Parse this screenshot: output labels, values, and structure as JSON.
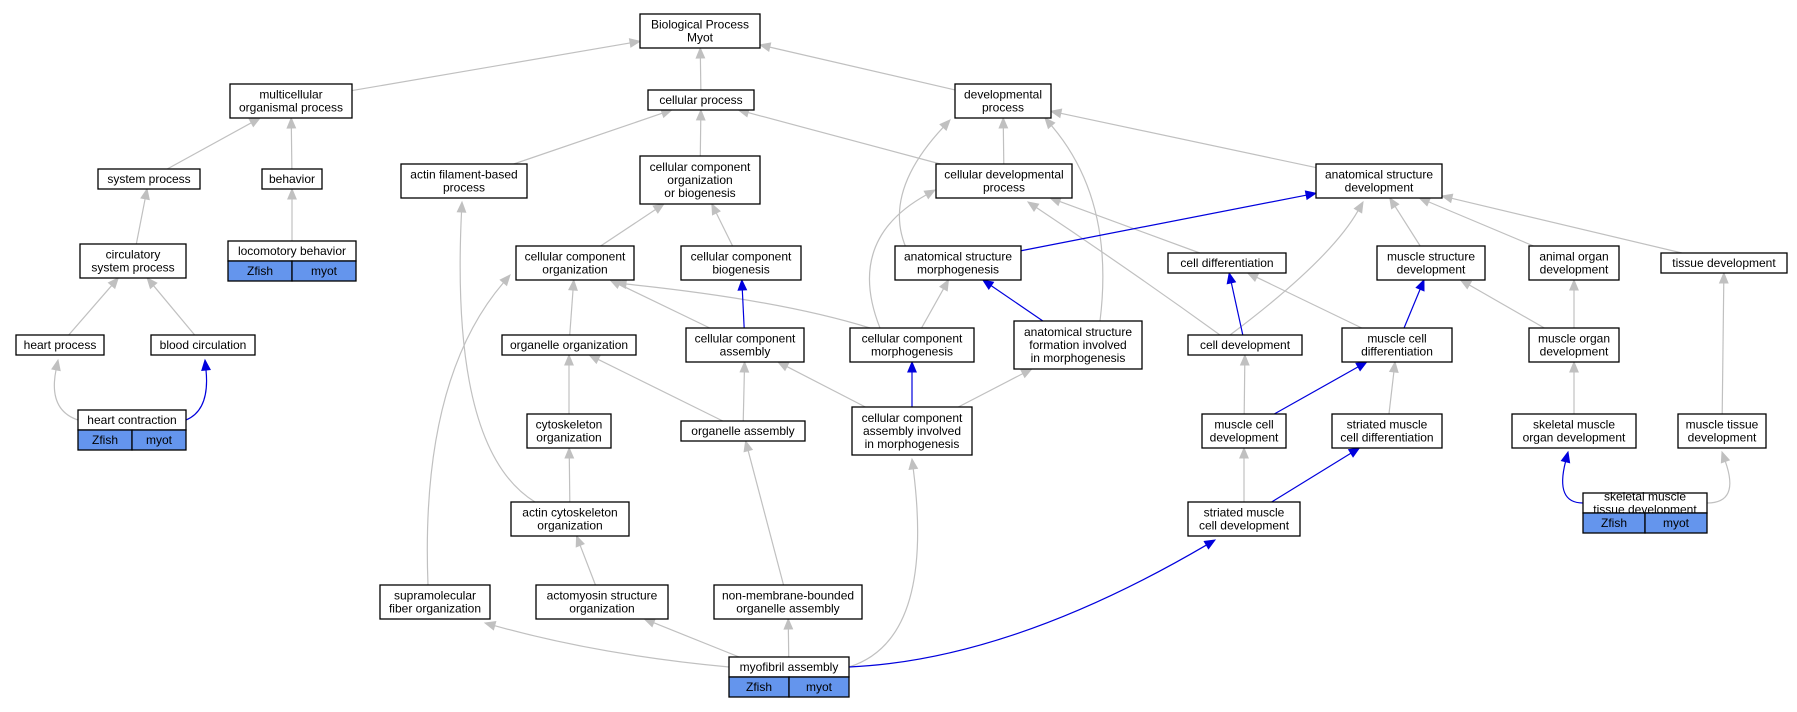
{
  "colors": {
    "edge_grey": "#c0c0c0",
    "edge_blue": "#0000dd",
    "highlight": "#6495ed",
    "border": "#000000"
  },
  "nodes": [
    {
      "id": "bp",
      "lines": [
        "Biological Process",
        "Myot"
      ]
    },
    {
      "id": "mop",
      "lines": [
        "multicellular",
        "organismal process"
      ]
    },
    {
      "id": "cp",
      "lines": [
        "cellular process"
      ]
    },
    {
      "id": "dp",
      "lines": [
        "developmental",
        "process"
      ]
    },
    {
      "id": "sp",
      "lines": [
        "system process"
      ]
    },
    {
      "id": "beh",
      "lines": [
        "behavior"
      ]
    },
    {
      "id": "afbp",
      "lines": [
        "actin filament-based",
        "process"
      ]
    },
    {
      "id": "ccob",
      "lines": [
        "cellular component",
        "organization",
        "or biogenesis"
      ]
    },
    {
      "id": "cdp",
      "lines": [
        "cellular developmental",
        "process"
      ]
    },
    {
      "id": "asd",
      "lines": [
        "anatomical structure",
        "development"
      ]
    },
    {
      "id": "csp",
      "lines": [
        "circulatory",
        "system process"
      ]
    },
    {
      "id": "lb",
      "lines": [
        "locomotory behavior"
      ],
      "tags": [
        "Zfish",
        "myot"
      ]
    },
    {
      "id": "cco",
      "lines": [
        "cellular component",
        "organization"
      ]
    },
    {
      "id": "ccb",
      "lines": [
        "cellular component",
        "biogenesis"
      ]
    },
    {
      "id": "asm",
      "lines": [
        "anatomical structure",
        "morphogenesis"
      ]
    },
    {
      "id": "cdiff",
      "lines": [
        "cell differentiation"
      ]
    },
    {
      "id": "msd",
      "lines": [
        "muscle structure",
        "development"
      ]
    },
    {
      "id": "aod",
      "lines": [
        "animal organ",
        "development"
      ]
    },
    {
      "id": "td",
      "lines": [
        "tissue development"
      ]
    },
    {
      "id": "hp",
      "lines": [
        "heart process"
      ]
    },
    {
      "id": "bc",
      "lines": [
        "blood circulation"
      ]
    },
    {
      "id": "oo",
      "lines": [
        "organelle organization"
      ]
    },
    {
      "id": "cca",
      "lines": [
        "cellular component",
        "assembly"
      ]
    },
    {
      "id": "ccm",
      "lines": [
        "cellular component",
        "morphogenesis"
      ]
    },
    {
      "id": "asf",
      "lines": [
        "anatomical structure",
        "formation involved",
        "in morphogenesis"
      ]
    },
    {
      "id": "cdev",
      "lines": [
        "cell development"
      ]
    },
    {
      "id": "mcd",
      "lines": [
        "muscle cell",
        "differentiation"
      ]
    },
    {
      "id": "mod",
      "lines": [
        "muscle organ",
        "development"
      ]
    },
    {
      "id": "hc",
      "lines": [
        "heart contraction"
      ],
      "tags": [
        "Zfish",
        "myot"
      ]
    },
    {
      "id": "cyo",
      "lines": [
        "cytoskeleton",
        "organization"
      ]
    },
    {
      "id": "oa",
      "lines": [
        "organelle assembly"
      ]
    },
    {
      "id": "ccaim",
      "lines": [
        "cellular component",
        "assembly involved",
        "in morphogenesis"
      ]
    },
    {
      "id": "mcdev",
      "lines": [
        "muscle cell",
        "development"
      ]
    },
    {
      "id": "smcd",
      "lines": [
        "striated muscle",
        "cell differentiation"
      ]
    },
    {
      "id": "smod",
      "lines": [
        "skeletal muscle",
        "organ development"
      ]
    },
    {
      "id": "mtd",
      "lines": [
        "muscle tissue",
        "development"
      ]
    },
    {
      "id": "aco",
      "lines": [
        "actin cytoskeleton",
        "organization"
      ]
    },
    {
      "id": "smcdev",
      "lines": [
        "striated muscle",
        "cell development"
      ]
    },
    {
      "id": "smtd",
      "lines": [
        "skeletal muscle",
        "tissue development"
      ],
      "tags": [
        "Zfish",
        "myot"
      ]
    },
    {
      "id": "sfo",
      "lines": [
        "supramolecular",
        "fiber organization"
      ]
    },
    {
      "id": "aso",
      "lines": [
        "actomyosin structure",
        "organization"
      ]
    },
    {
      "id": "nmbo",
      "lines": [
        "non-membrane-bounded",
        "organelle assembly"
      ]
    },
    {
      "id": "ma",
      "lines": [
        "myofibril assembly"
      ],
      "tags": [
        "Zfish",
        "myot"
      ]
    }
  ],
  "edges": [
    {
      "from": "mop",
      "to": "bp"
    },
    {
      "from": "cp",
      "to": "bp"
    },
    {
      "from": "dp",
      "to": "bp"
    },
    {
      "from": "sp",
      "to": "mop"
    },
    {
      "from": "beh",
      "to": "mop"
    },
    {
      "from": "afbp",
      "to": "cp"
    },
    {
      "from": "ccob",
      "to": "cp"
    },
    {
      "from": "cdp",
      "to": "cp"
    },
    {
      "from": "cdp",
      "to": "dp"
    },
    {
      "from": "asd",
      "to": "dp"
    },
    {
      "from": "asm",
      "to": "dp"
    },
    {
      "from": "asf",
      "to": "dp"
    },
    {
      "from": "csp",
      "to": "sp"
    },
    {
      "from": "lb",
      "to": "beh"
    },
    {
      "from": "cco",
      "to": "ccob"
    },
    {
      "from": "ccb",
      "to": "ccob"
    },
    {
      "from": "cdiff",
      "to": "cdp"
    },
    {
      "from": "cdev",
      "to": "cdp"
    },
    {
      "from": "ccm",
      "to": "cdp"
    },
    {
      "from": "asm",
      "to": "asd",
      "blue": true
    },
    {
      "from": "cdev",
      "to": "asd"
    },
    {
      "from": "msd",
      "to": "asd"
    },
    {
      "from": "aod",
      "to": "asd"
    },
    {
      "from": "td",
      "to": "asd"
    },
    {
      "from": "hp",
      "to": "csp"
    },
    {
      "from": "bc",
      "to": "csp"
    },
    {
      "from": "oo",
      "to": "cco"
    },
    {
      "from": "cca",
      "to": "cco"
    },
    {
      "from": "ccm",
      "to": "cco"
    },
    {
      "from": "sfo",
      "to": "cco"
    },
    {
      "from": "cca",
      "to": "ccb",
      "blue": true
    },
    {
      "from": "ccm",
      "to": "asm"
    },
    {
      "from": "asf",
      "to": "asm",
      "blue": true
    },
    {
      "from": "cdev",
      "to": "cdiff",
      "blue": true
    },
    {
      "from": "mcd",
      "to": "cdiff"
    },
    {
      "from": "mcd",
      "to": "msd",
      "blue": true
    },
    {
      "from": "mod",
      "to": "msd"
    },
    {
      "from": "mod",
      "to": "aod"
    },
    {
      "from": "mtd",
      "to": "td"
    },
    {
      "from": "hc",
      "to": "hp"
    },
    {
      "from": "hc",
      "to": "bc",
      "blue": true
    },
    {
      "from": "cyo",
      "to": "oo"
    },
    {
      "from": "oa",
      "to": "oo"
    },
    {
      "from": "oa",
      "to": "cca"
    },
    {
      "from": "ccaim",
      "to": "cca"
    },
    {
      "from": "ccaim",
      "to": "ccm",
      "blue": true
    },
    {
      "from": "ccaim",
      "to": "asf"
    },
    {
      "from": "mcdev",
      "to": "cdev"
    },
    {
      "from": "mcdev",
      "to": "mcd",
      "blue": true
    },
    {
      "from": "smcd",
      "to": "mcd"
    },
    {
      "from": "smod",
      "to": "mod"
    },
    {
      "from": "aco",
      "to": "cyo"
    },
    {
      "from": "aco",
      "to": "afbp"
    },
    {
      "from": "smcdev",
      "to": "mcdev"
    },
    {
      "from": "smcdev",
      "to": "smcd",
      "blue": true
    },
    {
      "from": "smtd",
      "to": "smod",
      "blue": true
    },
    {
      "from": "smtd",
      "to": "mtd"
    },
    {
      "from": "aso",
      "to": "aco"
    },
    {
      "from": "nmbo",
      "to": "oa"
    },
    {
      "from": "ma",
      "to": "sfo"
    },
    {
      "from": "ma",
      "to": "aso"
    },
    {
      "from": "ma",
      "to": "nmbo"
    },
    {
      "from": "ma",
      "to": "ccaim"
    },
    {
      "from": "ma",
      "to": "smcdev",
      "blue": true
    }
  ]
}
